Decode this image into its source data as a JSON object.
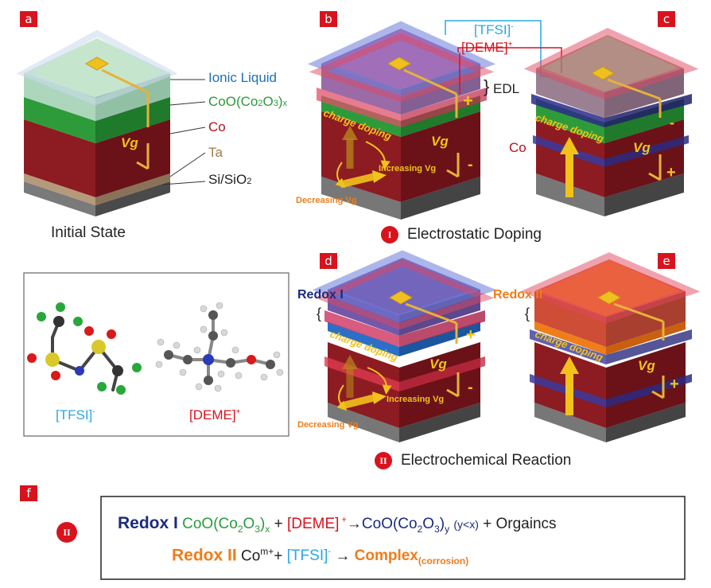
{
  "panel_tags": {
    "a": "a",
    "b": "b",
    "c": "c",
    "d": "d",
    "e": "e",
    "f": "f"
  },
  "colors": {
    "red": "#d8131d",
    "green": "#2a9a3a",
    "blue": "#1d6fb8",
    "navy": "#1b2a80",
    "orange": "#ef7d1a",
    "cyan": "#2aa8e0",
    "gold": "#f2c21b",
    "co_red": "#8c1c22"
  },
  "panel_a": {
    "layers": {
      "ionic_liquid": "Ionic Liquid",
      "coo_prefix": "CoO(Co",
      "coo_sub2": "2",
      "coo_o": "O",
      "coo_sub3": "3",
      "coo_suffix": ")",
      "coo_x": "x",
      "co": "Co",
      "ta": "Ta",
      "si_prefix": "Si/SiO",
      "si_sub": "2"
    },
    "vg": "Vg",
    "caption": "Initial State"
  },
  "panel_b": {
    "tfsi": "[TFSI]",
    "tfsi_sup": "-",
    "deme": "[DEME]",
    "deme_sup": "+",
    "edl_brace": "}",
    "edl": "EDL",
    "plus": "+",
    "minus": "-",
    "charge_doping": "charge doping",
    "vg": "Vg",
    "increasing": "Increasing Vg",
    "decreasing": "Decreasing Vg"
  },
  "panel_c": {
    "co": "Co",
    "charge_doping": "charge doping",
    "vg": "Vg",
    "minus": "-",
    "plus": "+"
  },
  "section_I": {
    "numeral": "I",
    "caption": "Electrostatic Doping"
  },
  "molecule": {
    "tfsi": "[TFSI]",
    "tfsi_sup": "-",
    "deme": "[DEME]",
    "deme_sup": "+"
  },
  "panel_d": {
    "redox": "Redox I",
    "brace": "{",
    "charge_doping": "charge doping",
    "vg": "Vg",
    "plus": "+",
    "minus": "-",
    "increasing": "Increasing Vg",
    "decreasing": "Decreasing Vg"
  },
  "panel_e": {
    "redox": "Redox II",
    "brace": "{",
    "charge_doping": "charge doping",
    "vg": "Vg",
    "plus": "+"
  },
  "section_II": {
    "numeral": "II",
    "caption": "Electrochemical Reaction"
  },
  "panel_f": {
    "numeral": "II",
    "eq1": {
      "redox": "Redox I",
      "coo_pre": "CoO(Co",
      "s2": "2",
      "o": "O",
      "s3": "3",
      "close": ")",
      "x": "x",
      "plus": " + ",
      "deme": "[DEME]",
      "deme_sup": " +",
      "arrow": "→",
      "prod_pre": "CoO(Co",
      "prod_s2": "2",
      "prod_o": "O",
      "prod_s3": "3",
      "prod_close": ")",
      "y": "y",
      "cond": "(y<x)",
      "rest": " + Orgaincs"
    },
    "eq2": {
      "redox": "Redox II",
      "co": "Co",
      "co_sup": "m+",
      "plus": "+ ",
      "tfsi": "[TFSI]",
      "tfsi_sup": "-",
      "arrow": " → ",
      "complex": "Complex",
      "corrosion": "(corrosion)"
    }
  }
}
